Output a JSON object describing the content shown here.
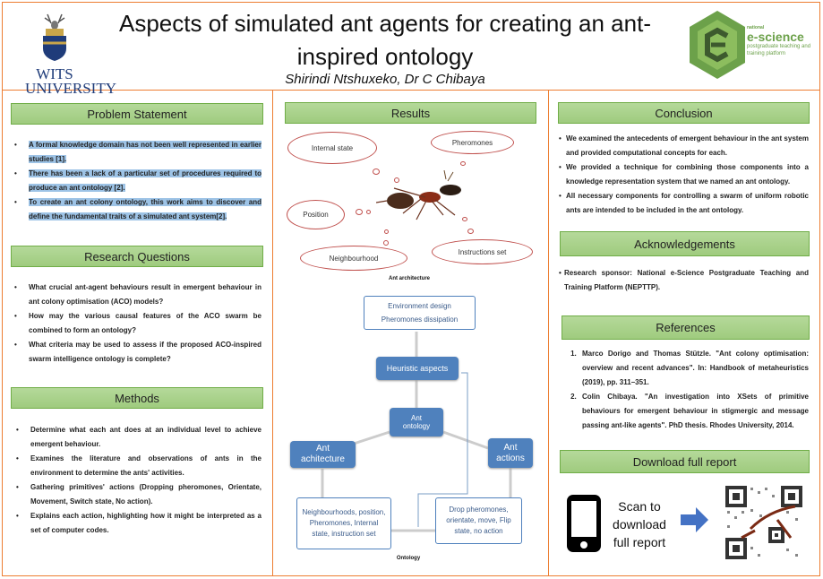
{
  "header": {
    "title": "Aspects of simulated ant agents for creating an ant-inspired ontology",
    "authors": "Shirindi Ntshuxeko, Dr C Chibaya",
    "left_logo": "WITS UNIVERSITY",
    "right_logo": {
      "small": "national",
      "big": "e-science",
      "sub": "postgraduate teaching and training platform"
    }
  },
  "problem": {
    "heading": "Problem Statement",
    "items": [
      "A formal knowledge domain has not been well represented in earlier studies [1].",
      "There has been a lack of a particular set of procedures required to produce an ant ontology [2].",
      "To create an ant colony ontology, this work aims to discover and define the fundamental traits of a simulated ant system[2]."
    ]
  },
  "questions": {
    "heading": "Research Questions",
    "items": [
      "What crucial ant-agent behaviours result in emergent behaviour in ant colony optimisation (ACO) models?",
      "How may the various causal features of the ACO swarm be combined to form an ontology?",
      "What criteria may be used to assess if the proposed ACO-inspired swarm intelligence ontology is complete?"
    ]
  },
  "methods": {
    "heading": "Methods",
    "items": [
      "Determine what each ant does at an individual level to achieve emergent behaviour.",
      "Examines the literature and observations of ants in the environment to determine the ants' activities.",
      "Gathering primitives' actions (Dropping pheromones, Orientate, Movement, Switch state, No action).",
      "Explains each action, highlighting how it might be interpreted as a set of computer codes."
    ]
  },
  "results": {
    "heading": "Results",
    "architecture": {
      "clouds": [
        "Internal state",
        "Pheromones",
        "Position",
        "Neighbourhood",
        "Instructions set"
      ],
      "caption": "Ant architecture"
    },
    "ontology": {
      "env": [
        "Environment design",
        "Pheromones dissipation"
      ],
      "heuristic": "Heuristic aspects",
      "center": "Ant ontology",
      "left": "Ant achitecture",
      "right": "Ant actions",
      "left_detail": "Neighbourhoods, position, Pheromones, Internal state, instruction set",
      "right_detail": "Drop pheromones, orientate, move, Flip state, no action",
      "caption": "Ontology"
    }
  },
  "conclusion": {
    "heading": "Conclusion",
    "items": [
      "We examined the antecedents of emergent behaviour in the ant system and provided computational concepts for each.",
      "We provided a technique for combining those components into a knowledge representation system that we named an ant ontology.",
      "All necessary components for controlling a swarm of uniform robotic ants are intended to be included in the ant ontology."
    ]
  },
  "acknowledgements": {
    "heading": "Acknowledgements",
    "items": [
      "Research sponsor: National e-Science Postgraduate Teaching and Training Platform (NEPTTP)."
    ]
  },
  "references": {
    "heading": "References",
    "items": [
      "Marco Dorigo and Thomas Stützle. \"Ant colony optimisation: overview and recent advances\". In: Handbook of metaheuristics (2019), pp. 311–351.",
      "Colin Chibaya. \"An investigation into XSets of primitive behaviours for emergent behaviour in stigmergic and message passing ant-like agents\". PhD thesis. Rhodes University, 2014."
    ]
  },
  "download": {
    "heading": "Download full report",
    "scan_text": "Scan to download full report"
  }
}
